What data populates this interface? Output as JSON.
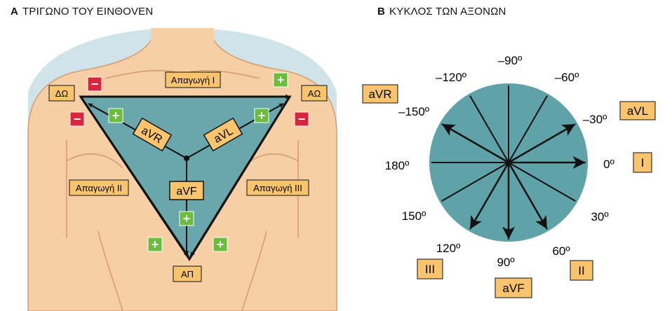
{
  "panel_a": {
    "letter": "A",
    "title": "ΤΡΙΓΩΝΟ ΤΟΥ ΕΙΝΘΟVEN",
    "electrodes": {
      "right_arm": "ΔΩ",
      "left_arm": "ΑΩ",
      "left_leg": "ΑΠ"
    },
    "leads": {
      "lead_i": "Απαγωγή I",
      "lead_ii": "Απαγωγή II",
      "lead_iii": "Απαγωγή III"
    },
    "augmented": {
      "avr": "aVR",
      "avl": "aVL",
      "avf": "aVF"
    },
    "plus_sign": "+",
    "minus_sign": "−"
  },
  "panel_b": {
    "letter": "B",
    "title": "ΚΥΚΛΟΣ ΤΩΝ ΑΞΟΝΩΝ",
    "angles": {
      "m90": "–90º",
      "m60": "–60º",
      "m30": "–30º",
      "m120": "–120º",
      "m150": "–150º",
      "a0": "0º",
      "a30": "30º",
      "a60": "60º",
      "a90": "90º",
      "a120": "120º",
      "a150": "150º",
      "a180": "180º"
    },
    "lead_labels": {
      "avr": "aVR",
      "avl": "aVL",
      "i": "I",
      "ii": "II",
      "iii": "III",
      "avf": "aVF"
    }
  },
  "colors": {
    "skin": "#f7cfa6",
    "skin_shade": "#eab58c",
    "backdrop": "#cfe3e8",
    "triangle_fill": "#6aa7ad",
    "circle_fill": "#5fa2a8",
    "label_fill": "#f9c46e",
    "plus_green": "#6cbd3f",
    "minus_red": "#d7263d"
  }
}
